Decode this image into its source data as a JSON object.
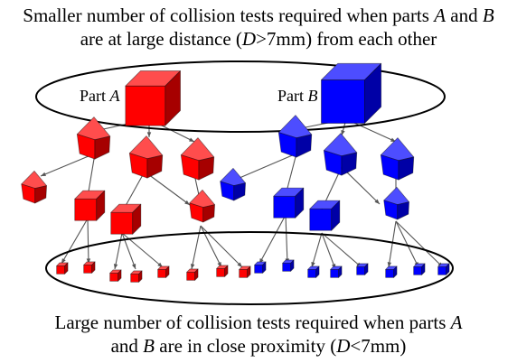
{
  "top_caption": {
    "line1_a": "Smaller number of collision tests required when parts ",
    "part_a": "A",
    "line1_b": " and ",
    "part_b": "B",
    "line2_a": "are at large distance (",
    "d": "D",
    "line2_b": ">7mm) from each other"
  },
  "bottom_caption": {
    "line1_a": "Large number of collision tests required when parts ",
    "part_a": "A",
    "line2_a": "and ",
    "part_b": "B",
    "line2_b": " are in close proximity (",
    "d": "D",
    "line2_c": "<7mm)"
  },
  "labels": {
    "part_a_prefix": "Part ",
    "part_a_letter": "A",
    "part_b_prefix": "Part ",
    "part_b_letter": "B"
  },
  "colors": {
    "part_a": "#ff0000",
    "part_b": "#0000ff",
    "edge": "#555555"
  }
}
